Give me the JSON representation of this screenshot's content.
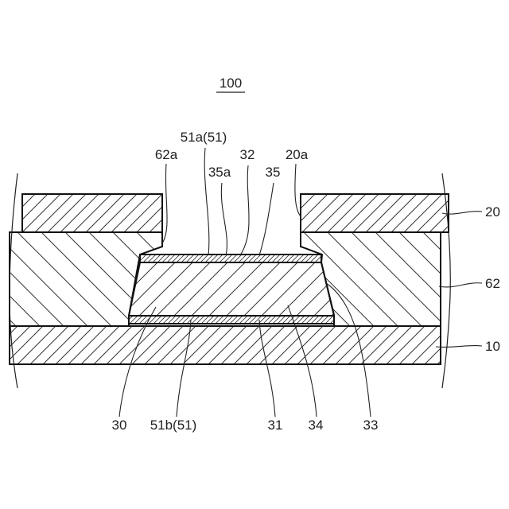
{
  "figure": {
    "ref": "100",
    "labels": {
      "l51a": "51a(51)",
      "l62a": "62a",
      "l35a": "35a",
      "l32": "32",
      "l35": "35",
      "l20a": "20a",
      "l20": "20",
      "l62": "62",
      "l10": "10",
      "l30": "30",
      "l51b": "51b(51)",
      "l31": "31",
      "l34": "34",
      "l33": "33"
    }
  }
}
